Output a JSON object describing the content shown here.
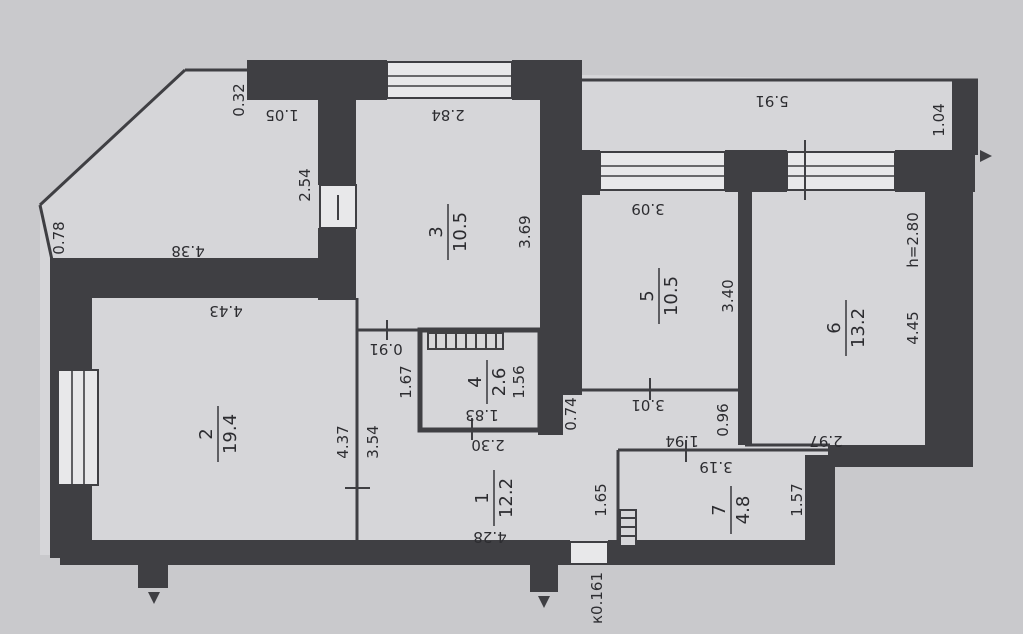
{
  "rooms": [
    {
      "number": "1",
      "area": "12.2"
    },
    {
      "number": "2",
      "area": "19.4"
    },
    {
      "number": "3",
      "area": "10.5"
    },
    {
      "number": "4",
      "area": "2.6"
    },
    {
      "number": "5",
      "area": "10.5"
    },
    {
      "number": "6",
      "area": "13.2"
    },
    {
      "number": "7",
      "area": "4.8"
    }
  ],
  "dimensions": [
    "0.32",
    "1.05",
    "2.84",
    "5.91",
    "1.04",
    "2.54",
    "0.78",
    "4.38",
    "3.09",
    "3.69",
    "4.43",
    "0.91",
    "1.67",
    "1.56",
    "1.83",
    "2.30",
    "3.54",
    "4.37",
    "3.40",
    "3.01",
    "0.74",
    "0.96",
    "1.94",
    "2.97",
    "3.19",
    "4.45",
    "1.65",
    "1.57",
    "4.28"
  ],
  "ceiling_height": "h=2.80",
  "footnote": "к0.161"
}
